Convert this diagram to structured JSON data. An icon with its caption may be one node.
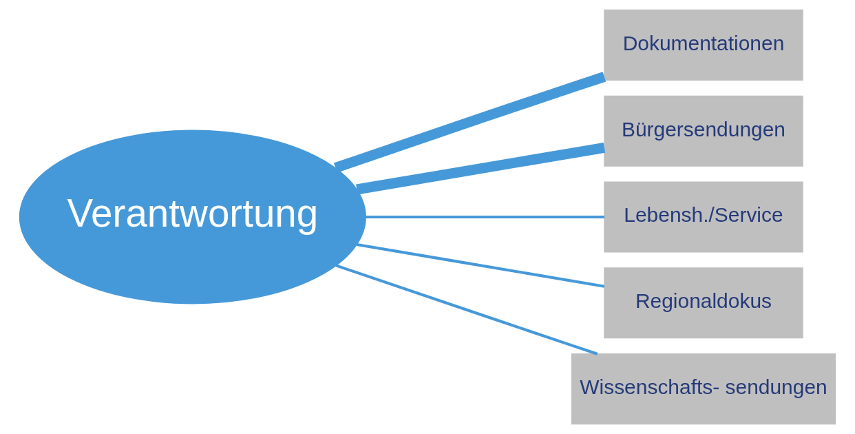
{
  "diagram": {
    "nodes": [
      {
        "text": [
          "Verantwortung"
        ]
      },
      {
        "text": [
          "Dokumentationen"
        ]
      },
      {
        "text": [
          "Bürgersendungen"
        ]
      },
      {
        "text": [
          "Lebensh./Service"
        ]
      },
      {
        "text": [
          "Regionaldokus"
        ]
      },
      {
        "text": [
          "Wissenschafts- sendungen"
        ]
      }
    ],
    "edges": [
      {
        "from": 0,
        "to": 1,
        "arrow": "none",
        "style": "thick"
      },
      {
        "from": 0,
        "to": 2,
        "arrow": "none",
        "style": "thick"
      },
      {
        "from": 0,
        "to": 3,
        "arrow": "none"
      },
      {
        "from": 0,
        "to": 4,
        "arrow": "none"
      },
      {
        "from": 0,
        "to": 5,
        "arrow": "none"
      }
    ]
  }
}
